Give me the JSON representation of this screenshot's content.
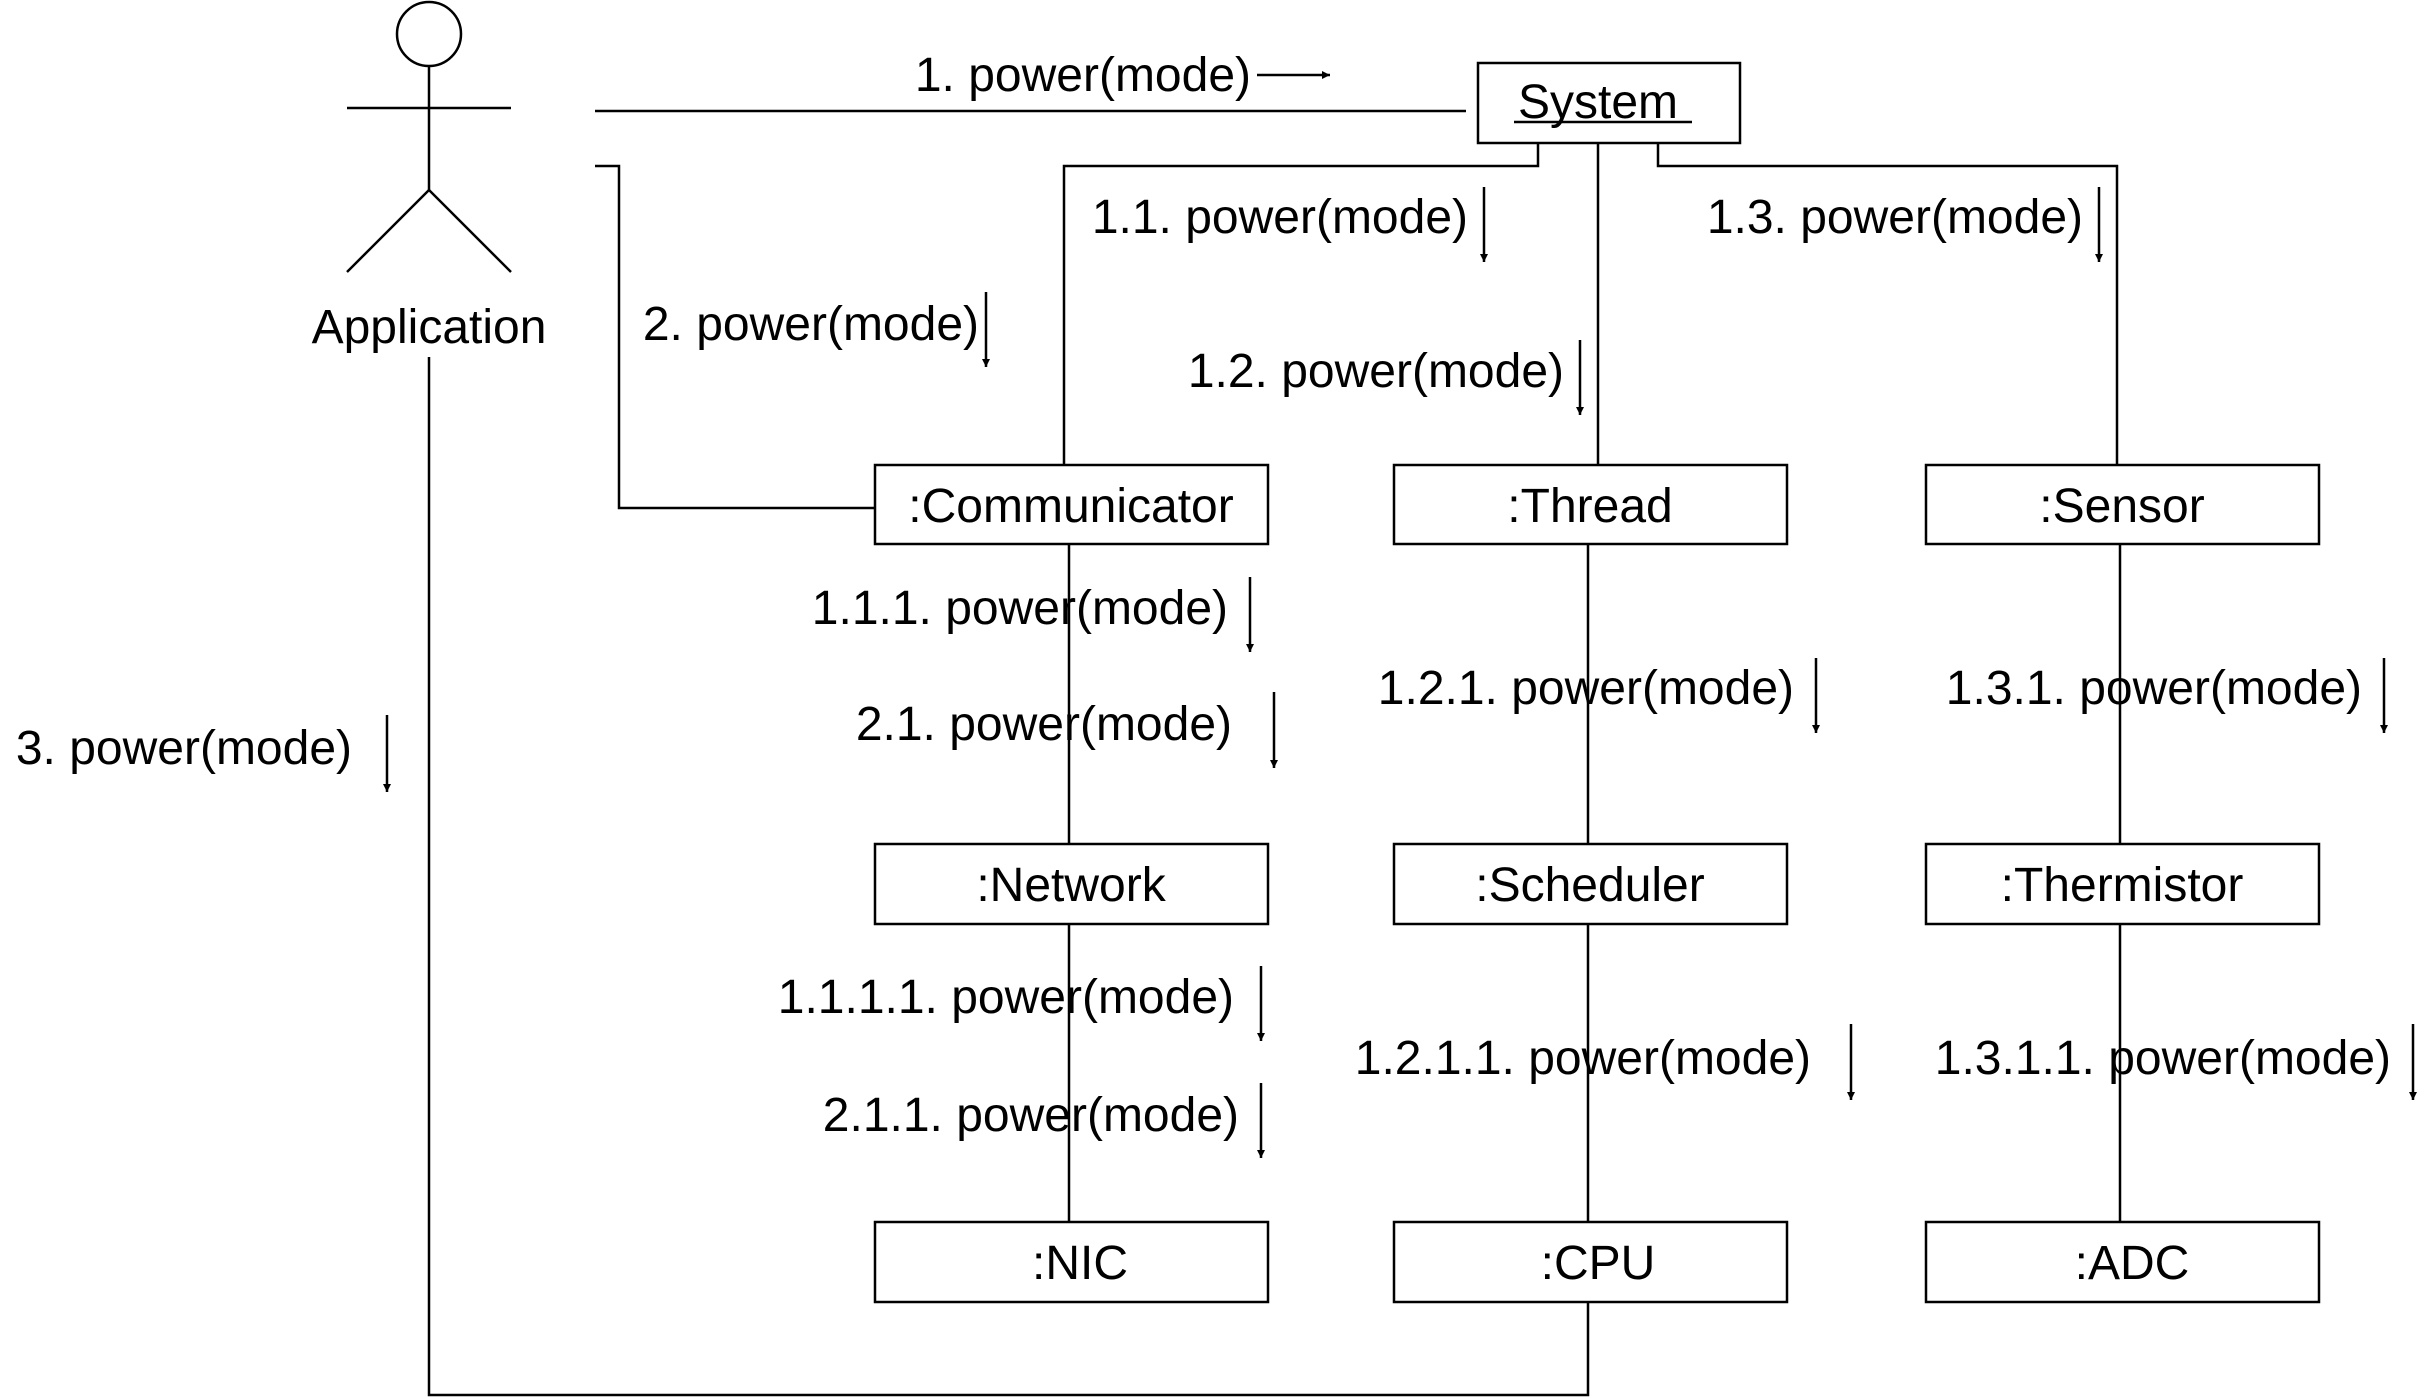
{
  "actor": {
    "name": "Application"
  },
  "objects": {
    "system": "System",
    "communicator": ":Communicator",
    "thread": ":Thread",
    "sensor": ":Sensor",
    "network": ":Network",
    "scheduler": ":Scheduler",
    "thermistor": ":Thermistor",
    "nic": ":NIC",
    "cpu": ":CPU",
    "adc": ":ADC"
  },
  "messages": {
    "m1": "1. power(mode)",
    "m1_1": "1.1. power(mode)",
    "m1_2": "1.2. power(mode)",
    "m1_3": "1.3. power(mode)",
    "m2": "2. power(mode)",
    "m3": "3. power(mode)",
    "m1_1_1": "1.1.1. power(mode)",
    "m2_1": "2.1. power(mode)",
    "m1_2_1": "1.2.1. power(mode)",
    "m1_3_1": "1.3.1. power(mode)",
    "m1_1_1_1": "1.1.1.1. power(mode)",
    "m2_1_1": "2.1.1. power(mode)",
    "m1_2_1_1": "1.2.1.1. power(mode)",
    "m1_3_1_1": "1.3.1.1. power(mode)"
  }
}
